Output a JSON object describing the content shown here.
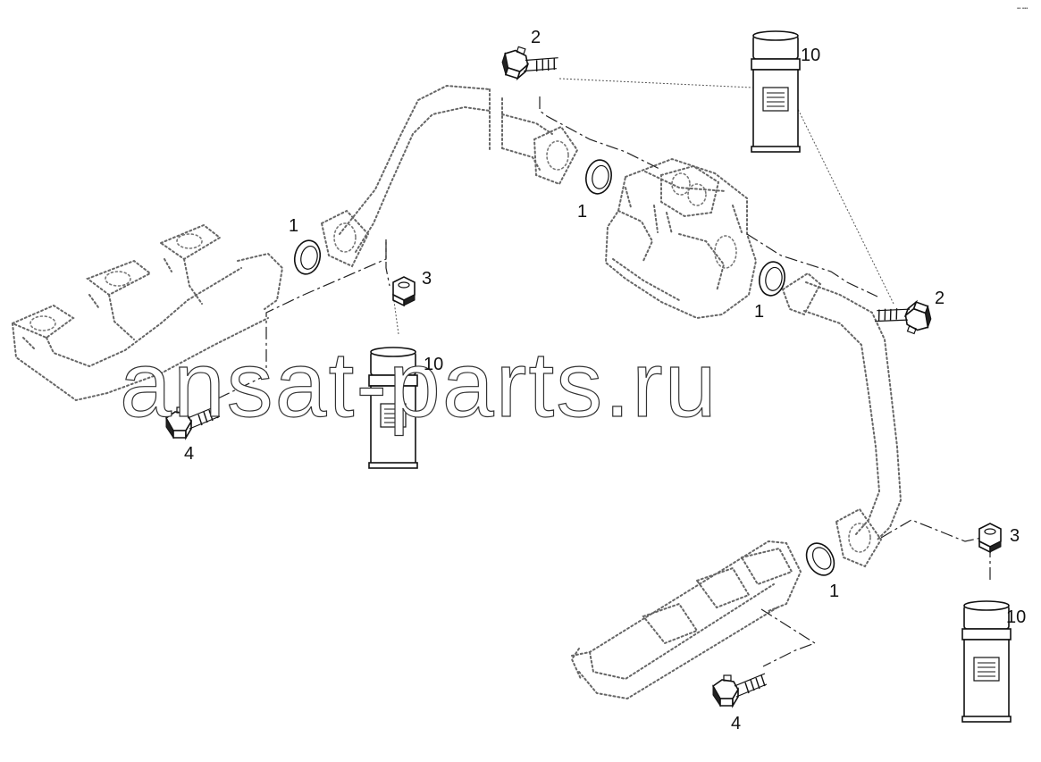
{
  "callouts": {
    "c1a": "1",
    "c1b": "1",
    "c1c": "1",
    "c1d": "1",
    "c2a": "2",
    "c2b": "2",
    "c3a": "3",
    "c3b": "3",
    "c4a": "4",
    "c4b": "4",
    "c10a": "10",
    "c10b": "10",
    "c10c": "10"
  },
  "watermark": "ansat-parts.ru",
  "corner_mark": "▪▪ ▪▪▪",
  "icons": {
    "sealant_tube": "tube-icon",
    "bolt": "bolt-icon",
    "nut": "nut-icon",
    "gasket": "gasket-ring-icon"
  }
}
